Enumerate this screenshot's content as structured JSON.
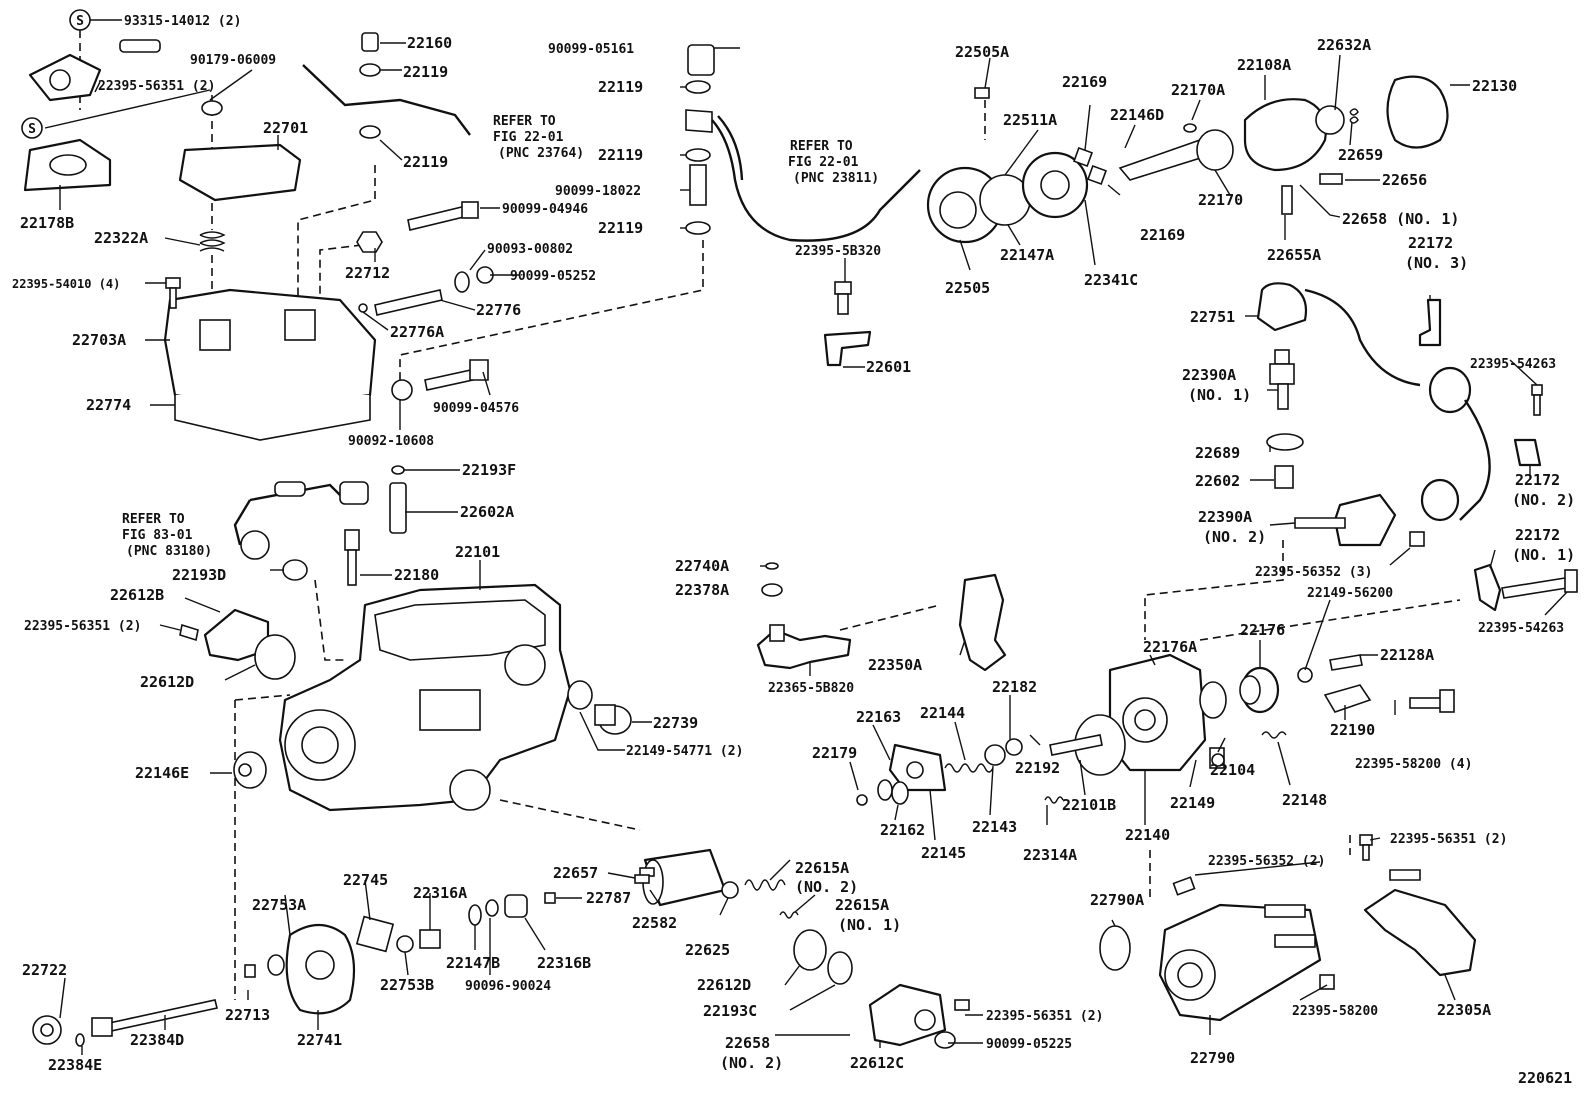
{
  "diagram": {
    "figure_no": "220621",
    "special_symbol": "S",
    "part_labels": {
      "p93315_14012": "93315-14012 (2)",
      "p22395_56351_top": "22395-56351 (2)",
      "p22178B": "22178B",
      "p90179_06009": "90179-06009",
      "p22160": "22160",
      "p22119_a": "22119",
      "p22119_b": "22119",
      "p22119_c": "22119",
      "p22119_d": "22119",
      "p22119_e": "22119",
      "p22701": "22701",
      "p22322A": "22322A",
      "p22395_54010": "22395-54010 (4)",
      "p22703A": "22703A",
      "p22774": "22774",
      "p90099_04946": "90099-04946",
      "p90093_00802": "90093-00802",
      "p90099_05252": "90099-05252",
      "p22712": "22712",
      "p22776": "22776",
      "p22776A": "22776A",
      "p90099_04576": "90099-04576",
      "p90092_10608": "90092-10608",
      "p22193F": "22193F",
      "p22602A": "22602A",
      "p22180": "22180",
      "p22193D": "22193D",
      "p22101": "22101",
      "p22612B": "22612B",
      "p22395_56351_mid": "22395-56351 (2)",
      "p22612D_a": "22612D",
      "p22739": "22739",
      "p22149_54771": "22149-54771 (2)",
      "p22146E": "22146E",
      "p90099_05161": "90099-05161",
      "p90099_18022": "90099-18022",
      "p22395_5B320": "22395-5B320",
      "p22601": "22601",
      "p22505A": "22505A",
      "p22511A": "22511A",
      "p22169_a": "22169",
      "p22169_b": "22169",
      "p22146D": "22146D",
      "p22170A": "22170A",
      "p22108A": "22108A",
      "p22632A": "22632A",
      "p22130": "22130",
      "p22659": "22659",
      "p22170": "22170",
      "p22656": "22656",
      "p22658_no1": "22658 (NO. 1)",
      "p22655A": "22655A",
      "p22505": "22505",
      "p22147A": "22147A",
      "p22341C": "22341C",
      "p22172_no3_a": "22172",
      "p22172_no3_b": "(NO. 3)",
      "p22751": "22751",
      "p22395_54263_a": "22395-54263",
      "p22390A_no1_a": "22390A",
      "p22390A_no1_b": "(NO. 1)",
      "p22689": "22689",
      "p22602": "22602",
      "p22172_no2_a": "22172",
      "p22172_no2_b": "(NO. 2)",
      "p22390A_no2_a": "22390A",
      "p22390A_no2_b": "(NO. 2)",
      "p22172_no1_a": "22172",
      "p22172_no1_b": "(NO. 1)",
      "p22395_56352_3": "22395-56352 (3)",
      "p22149_56200": "22149-56200",
      "p22395_54263_b": "22395-54263",
      "p22740A": "22740A",
      "p22378A": "22378A",
      "p22350A": "22350A",
      "p22365_5B820": "22365-5B820",
      "p22176A": "22176A",
      "p22176": "22176",
      "p22128A": "22128A",
      "p22190": "22190",
      "p22395_58200_4": "22395-58200 (4)",
      "p22182": "22182",
      "p22144": "22144",
      "p22163": "22163",
      "p22179": "22179",
      "p22162": "22162",
      "p22145": "22145",
      "p22143": "22143",
      "p22192": "22192",
      "p22101B": "22101B",
      "p22314A": "22314A",
      "p22140": "22140",
      "p22149": "22149",
      "p22104": "22104",
      "p22148": "22148",
      "p22395_56351_r": "22395-56351 (2)",
      "p22395_56352_2": "22395-56352 (2)",
      "p22790A": "22790A",
      "p22395_58200": "22395-58200",
      "p22790": "22790",
      "p22305A": "22305A",
      "p22657": "22657",
      "p22582": "22582",
      "p22625": "22625",
      "p22615A_no2_a": "22615A",
      "p22615A_no2_b": "(NO. 2)",
      "p22615A_no1_a": "22615A",
      "p22615A_no1_b": "(NO. 1)",
      "p22612D_b": "22612D",
      "p22193C": "22193C",
      "p22658_no2_a": "22658",
      "p22658_no2_b": "(NO. 2)",
      "p22612C": "22612C",
      "p22395_56351_b": "22395-56351 (2)",
      "p90099_05225": "90099-05225",
      "p22745": "22745",
      "p22753A": "22753A",
      "p22316A": "22316A",
      "p22787": "22787",
      "p22147B": "22147B",
      "p22316B": "22316B",
      "p22753B": "22753B",
      "p90096_90024": "90096-90024",
      "p22722": "22722",
      "p22713": "22713",
      "p22741": "22741",
      "p22384D": "22384D",
      "p22384E": "22384E"
    },
    "references": {
      "ref1": [
        "REFER TO",
        "FIG 22-01",
        "(PNC 23764)"
      ],
      "ref2": [
        "REFER TO",
        "FIG 22-01",
        "(PNC 23811)"
      ],
      "ref3": [
        "REFER TO",
        "FIG 83-01",
        "(PNC 83180)"
      ]
    }
  }
}
